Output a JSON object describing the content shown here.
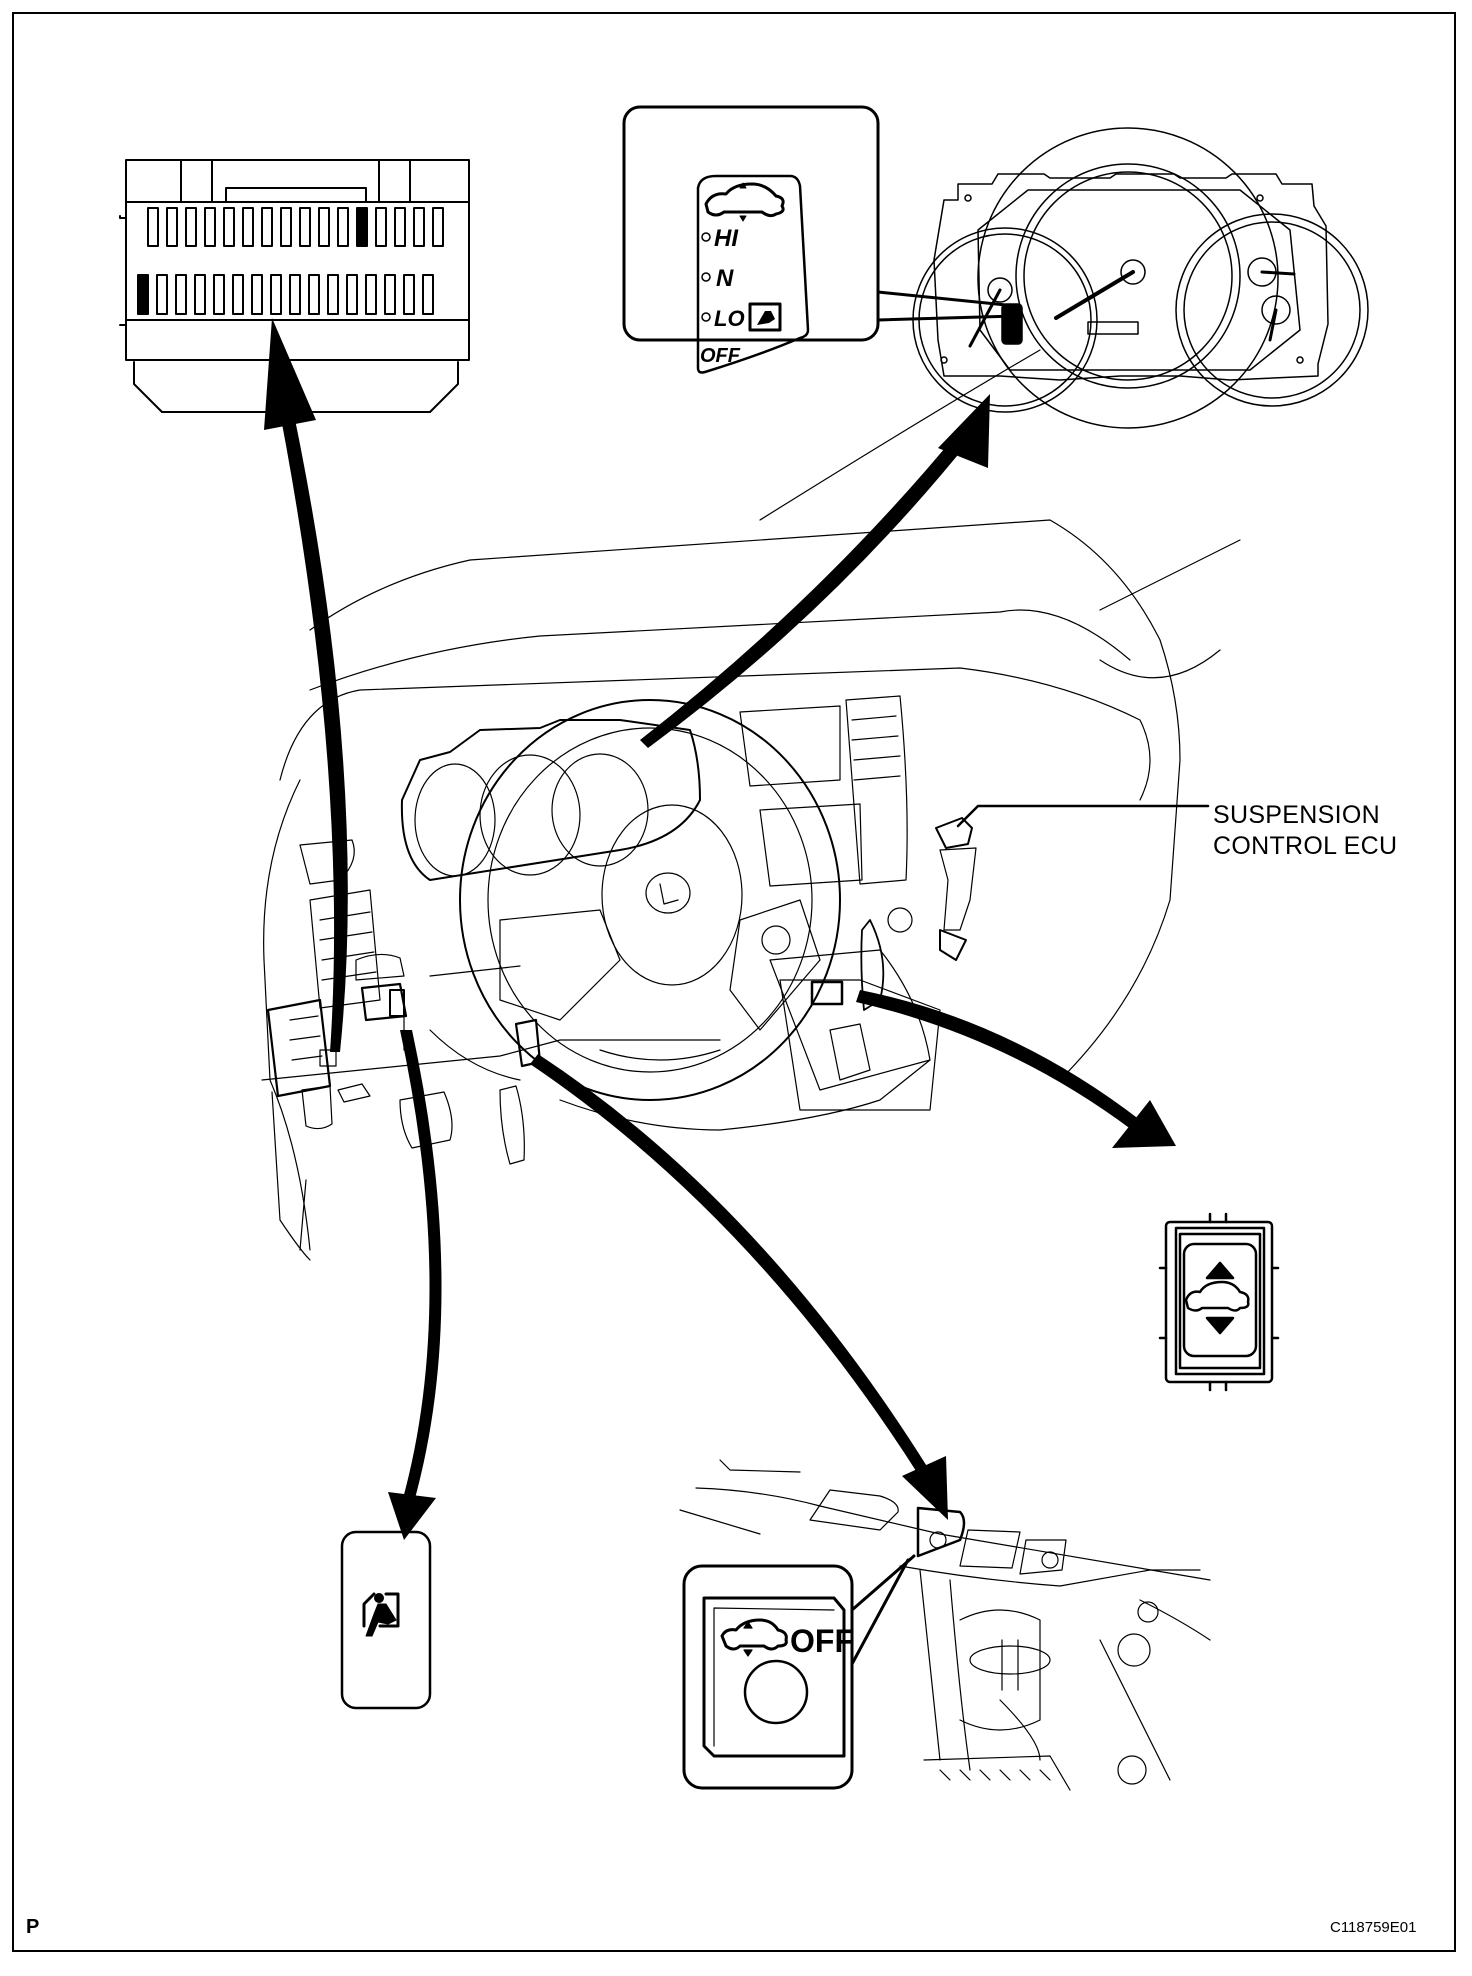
{
  "diagram": {
    "type": "component-location-illustration",
    "page_marker": "P",
    "figure_code": "C118759E01",
    "line_color": "#000000",
    "background_color": "#ffffff",
    "callout_label": {
      "line1": "SUSPENSION",
      "line2": "CONTROL ECU"
    },
    "callouts": [
      {
        "id": "ecu-connector",
        "icon": "connector-pin-face",
        "description": "ECU connector pin face, 2 rows",
        "top_row_pins": 16,
        "bottom_row_pins": 16,
        "highlighted_pins": [
          "top row pin 12",
          "bottom row pin 1"
        ]
      },
      {
        "id": "combination-meter",
        "icon": "combination-meter",
        "description": "Combination meter with height indicator"
      },
      {
        "id": "height-indicator",
        "icon": "height-indicator-panel",
        "items": [
          {
            "label": "HI",
            "lamp": true
          },
          {
            "label": "N",
            "lamp": true
          },
          {
            "label": "LO",
            "lamp": true,
            "extra_icon": "seat-occupant-icon"
          },
          {
            "label": "OFF",
            "lamp": false
          }
        ]
      },
      {
        "id": "height-control-switch",
        "icon": "vehicle-height-up-down-switch",
        "arrows": [
          "up-triangle",
          "down-triangle"
        ]
      },
      {
        "id": "height-off-switch",
        "icon": "height-control-off-switch",
        "text": "OFF"
      },
      {
        "id": "seat-switch",
        "icon": "seat-occupant-switch"
      }
    ]
  }
}
